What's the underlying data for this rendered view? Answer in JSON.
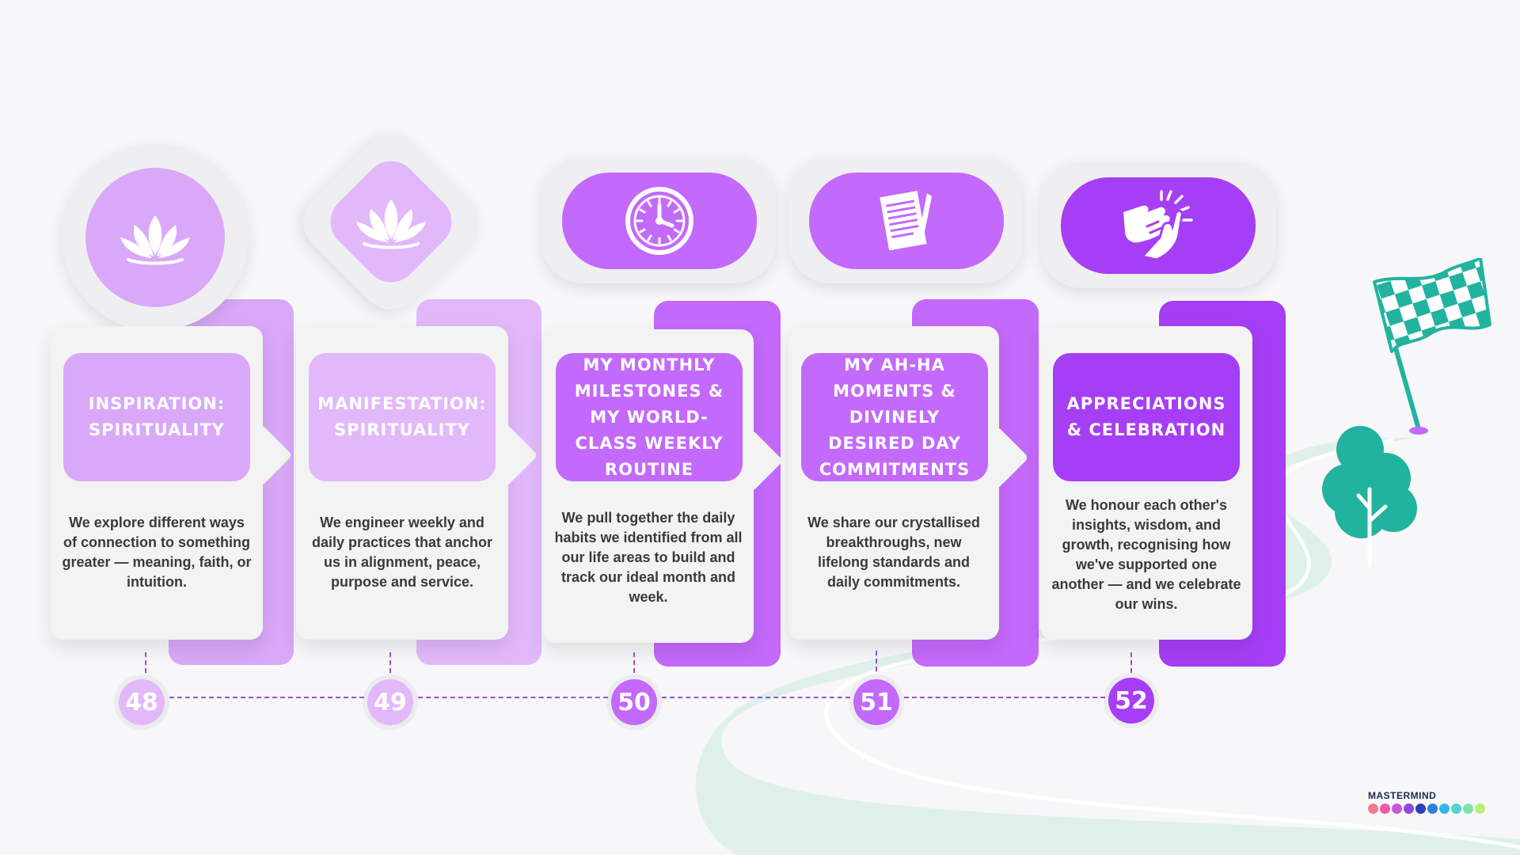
{
  "colors": {
    "light_purple": "#d9a8f8",
    "lighter_purple": "#e2b8fb",
    "mid_purple": "#c369fb",
    "deep_purple": "#a63ef5",
    "teal": "#22b39f",
    "road": "#dff0ea",
    "brand_dots": [
      "#f27b8f",
      "#ee5aa9",
      "#c45ad9",
      "#8a49e0",
      "#2b3fb8",
      "#2f7ee0",
      "#32b6ea",
      "#4fd6d0",
      "#7ee3a8",
      "#b9ee7a"
    ]
  },
  "steps": [
    {
      "number": "48",
      "icon": "lotus-icon",
      "title": "INSPIRATION: SPIRITUALITY",
      "description": "We explore different ways of connection to something greater — meaning, faith, or intuition."
    },
    {
      "number": "49",
      "icon": "lotus-icon",
      "title": "MANIFESTATION: SPIRITUALITY",
      "description": "We engineer weekly and daily practices that anchor us in alignment, peace, purpose and service."
    },
    {
      "number": "50",
      "icon": "clock-icon",
      "title": "MY MONTHLY MILESTONES & MY WORLD-CLASS WEEKLY ROUTINE",
      "description": "We pull together the daily habits we identified from all our life areas to build and track our ideal month and week."
    },
    {
      "number": "51",
      "icon": "notepad-icon",
      "title": "MY AH-HA MOMENTS & DIVINELY DESIRED DAY COMMITMENTS",
      "description": "We share our crystallised breakthroughs, new lifelong standards and daily commitments."
    },
    {
      "number": "52",
      "icon": "clapping-hands-icon",
      "title": "APPRECIATIONS & CELEBRATION",
      "description": "We honour each other's insights, wisdom, and growth, recognising how we've supported one another — and we celebrate our wins."
    }
  ],
  "brand": {
    "name": "MASTERMIND"
  },
  "decor": {
    "flag": "checkered-flag-icon",
    "tree": "tree-icon"
  }
}
